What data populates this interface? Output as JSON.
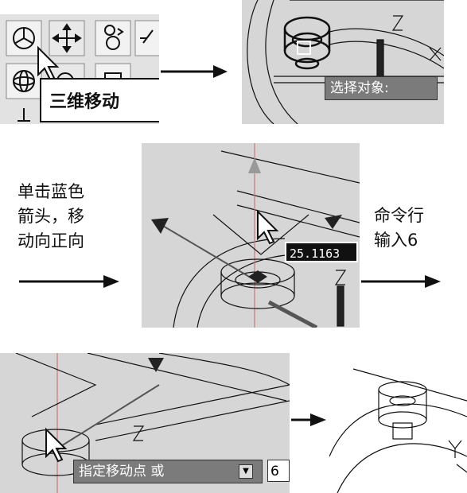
{
  "toolbar": {
    "tooltip_label": "三维移动",
    "icons": [
      "3dmove-gizmo-icon",
      "move-cross-icon",
      "rotate-icon",
      "align-icon",
      "sphere-icon",
      "undo-icon",
      "rect-icon",
      "point-icon"
    ]
  },
  "step1": {
    "prompt_label": "选择对象:"
  },
  "step2": {
    "left_caption": [
      "单击蓝色",
      "箭头，移",
      "动向正向"
    ],
    "input_value": "25.1163",
    "right_caption": [
      "命令行",
      "输入6"
    ]
  },
  "step3": {
    "prompt_label": "指定移动点 或",
    "input_value": "6"
  },
  "colors": {
    "panel_bg": "#d6d6d6",
    "tooltip_bg": "#7b7b7b",
    "ink": "#111111"
  }
}
